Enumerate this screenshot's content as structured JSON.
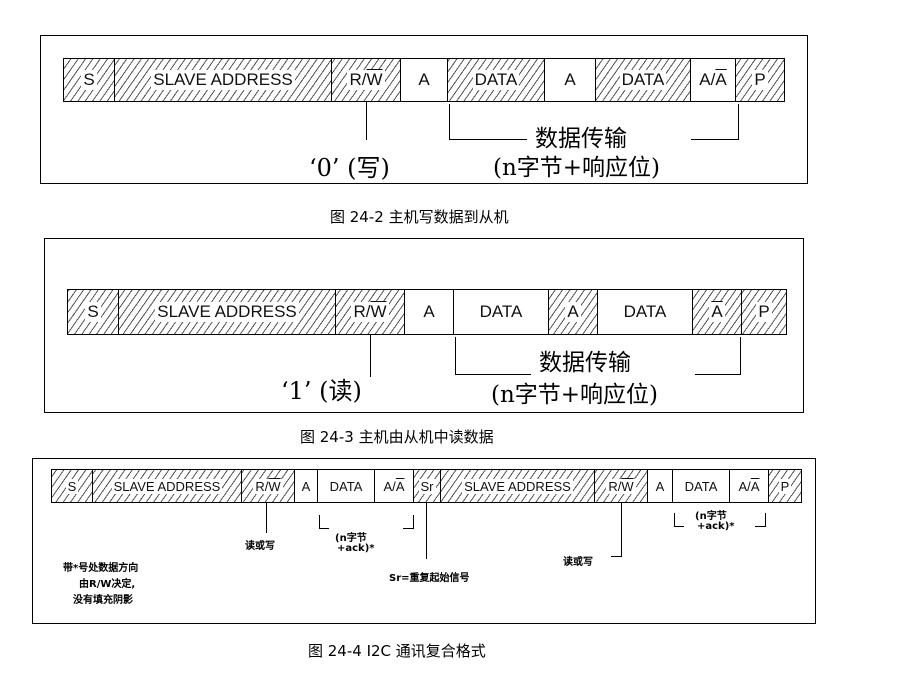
{
  "fig1": {
    "fields": [
      "S",
      "SLAVE ADDRESS",
      "R/",
      "W",
      "A",
      "DATA",
      "A",
      "DATA",
      "A/",
      "A",
      "P"
    ],
    "bracket_label": "数据传输",
    "bracket_sub": "(n字节+响应位)",
    "bit_label": "‘0’ (写)",
    "caption": "图 24-2 主机写数据到从机"
  },
  "fig2": {
    "fields": [
      "S",
      "SLAVE ADDRESS",
      "R/",
      "W",
      "A",
      "DATA",
      "A",
      "DATA",
      "A",
      "P"
    ],
    "bracket_label": "数据传输",
    "bracket_sub": "(n字节+响应位)",
    "bit_label": "‘1’ (读)",
    "caption": "图 24-3 主机由从机中读数据"
  },
  "fig3": {
    "fields": [
      "S",
      "SLAVE ADDRESS",
      "R/",
      "W",
      "A",
      "DATA",
      "A/",
      "A",
      "Sr",
      "SLAVE ADDRESS",
      "R/",
      "W",
      "A",
      "DATA",
      "A/",
      "A",
      "P"
    ],
    "read_write_1": "读或写",
    "nbytes_1a": "(n字节",
    "nbytes_1b": "+ack)*",
    "sr_note": "Sr=重复起始信号",
    "read_write_2": "读或写",
    "nbytes_2a": "(n字节",
    "nbytes_2b": "+ack)*",
    "note_line1": "带*号处数据方向",
    "note_line2": "由R/W决定,",
    "note_line3": "没有填充阴影",
    "caption": "图 24-4 I2C 通讯复合格式"
  }
}
